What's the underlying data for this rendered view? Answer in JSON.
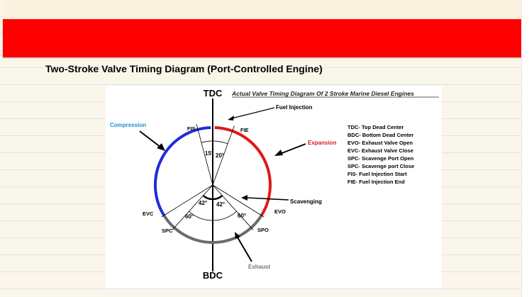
{
  "page": {
    "title": "Two-Stroke Valve Timing Diagram (Port-Controlled Engine)"
  },
  "diagram": {
    "heading": "Actual Valve Timing Diagram Of 2 Stroke Marine Diesel Engines",
    "tdc": "TDC",
    "bdc": "BDC",
    "fuel_injection": "Fuel Injection",
    "compression": "Compression",
    "expansion": "Expansion",
    "scavenging": "Scavenging",
    "exhaust": "Exhaust",
    "fis": "FIS",
    "fie": "FIE",
    "evc": "EVC",
    "evo": "EVO",
    "spc": "SPC",
    "spo": "SPO",
    "angle_fis": "15°",
    "angle_fie": "20°",
    "angle_scav_left": "42°",
    "angle_scav_right": "42°",
    "angle_exh_left": "60°",
    "angle_exh_right": "60°",
    "colors": {
      "compression": "#1f2cdc",
      "expansion": "#e01818",
      "exhaust": "#6b6b6b",
      "compression_label": "#1a8fd4",
      "expansion_label": "#e01818"
    },
    "legend": [
      "TDC- Top Dead Center",
      "BDC- Bottom Dead Center",
      "EVO- Exhaust Valve Open",
      "EVC- Exhaust Valve Close",
      "SPC- Scavenge Port Open",
      "SPC- Scavenge port Close",
      "FIS- Fuel Injection Start",
      "FIE- Fuel Injection End"
    ]
  }
}
